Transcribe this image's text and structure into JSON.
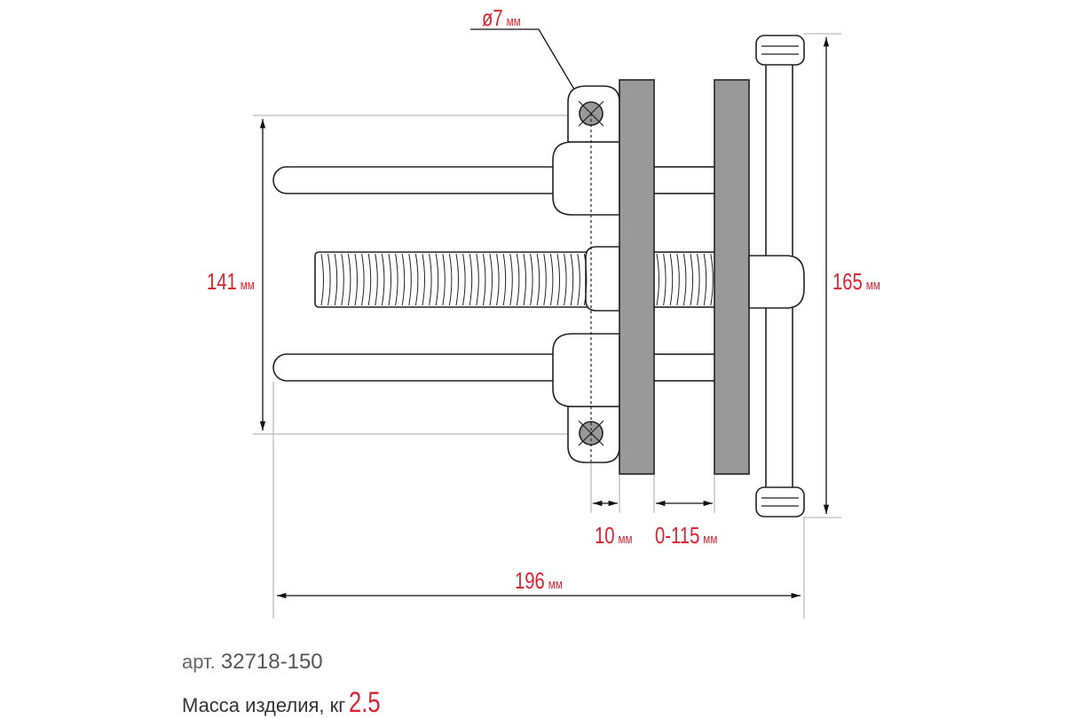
{
  "dimensions": {
    "hole_diameter": {
      "value": "ø7",
      "unit": "мм"
    },
    "height_rods": {
      "value": "141",
      "unit": "мм"
    },
    "height_total": {
      "value": "165",
      "unit": "мм"
    },
    "plate_offset": {
      "value": "10",
      "unit": "мм"
    },
    "stroke": {
      "value": "0-115",
      "unit": "мм"
    },
    "length_total": {
      "value": "196",
      "unit": "мм"
    }
  },
  "info": {
    "article_label": "арт.",
    "article_number": "32718-150",
    "mass_label": "Масса изделия, кг",
    "mass_value": "2.5"
  },
  "colors": {
    "accent": "#d9232e",
    "plate": "#999999"
  }
}
